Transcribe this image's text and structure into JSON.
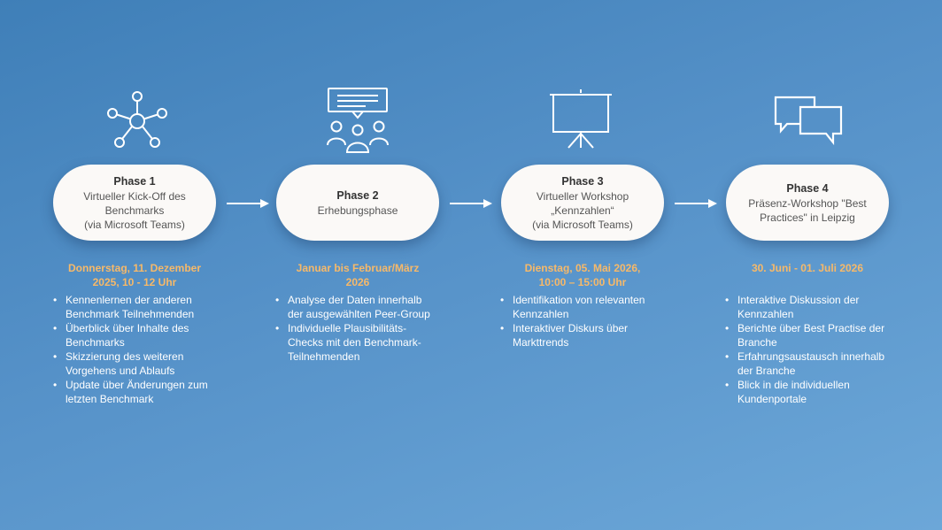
{
  "colors": {
    "background_start": "#3f7fb8",
    "background_end": "#6ca7d8",
    "pill": "#fbf9f7",
    "date": "#f7b969",
    "bullet_text": "#ffffff"
  },
  "phases": [
    {
      "icon": "network-hub-icon",
      "title": "Phase 1",
      "subtitle": "Virtueller Kick-Off des\nBenchmarks\n(via Microsoft Teams)",
      "date": "Donnerstag, 11. Dezember\n2025, 10 - 12 Uhr",
      "bullets": [
        "Kennenlernen der anderen Benchmark Teilnehmenden",
        "Überblick über Inhalte des Benchmarks",
        "Skizzierung des weiteren Vorgehens und Ablaufs",
        "Update über Änderungen zum letzten Benchmark"
      ]
    },
    {
      "icon": "group-discussion-icon",
      "title": "Phase 2",
      "subtitle": "Erhebungsphase",
      "date": "Januar bis Februar/März\n2026",
      "bullets": [
        "Analyse der Daten innerhalb der ausgewählten Peer-Group",
        "Individuelle Plausibilitäts-Checks mit den Benchmark- Teilnehmenden"
      ]
    },
    {
      "icon": "presentation-board-icon",
      "title": "Phase 3",
      "subtitle": "Virtueller Workshop\n„Kennzahlen“\n(via Microsoft Teams)",
      "date": "Dienstag, 05. Mai 2026,\n10:00 – 15:00 Uhr",
      "bullets": [
        "Identifikation von relevanten Kennzahlen",
        "Interaktiver Diskurs über Markttrends"
      ]
    },
    {
      "icon": "chat-bubbles-icon",
      "title": "Phase 4",
      "subtitle": "Präsenz-Workshop \"Best\nPractices\" in Leipzig",
      "date": "30. Juni - 01. Juli 2026",
      "bullets": [
        "Interaktive Diskussion der Kennzahlen",
        "Berichte über Best Practise der Branche",
        "Erfahrungsaustausch innerhalb der Branche",
        "Blick in die individuellen Kundenportale"
      ]
    }
  ]
}
